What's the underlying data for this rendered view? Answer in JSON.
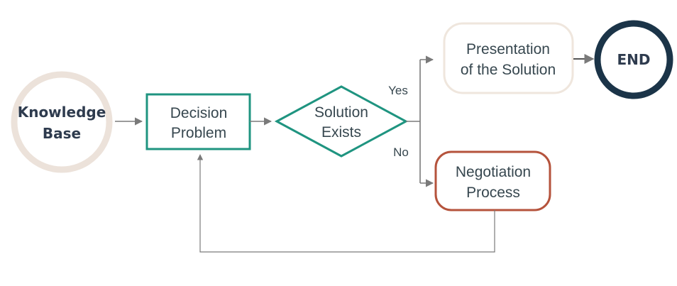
{
  "nodes": {
    "knowledge_base": {
      "line1": "Knowledge",
      "line2": "Base"
    },
    "decision_problem": {
      "line1": "Decision",
      "line2": "Problem"
    },
    "solution_exists": {
      "line1": "Solution",
      "line2": "Exists"
    },
    "presentation": {
      "line1": "Presentation",
      "line2": "of the Solution"
    },
    "end": {
      "label": "END"
    },
    "negotiation": {
      "line1": "Negotiation",
      "line2": "Process"
    }
  },
  "edges": {
    "yes_label": "Yes",
    "no_label": "No"
  },
  "colors": {
    "knowledge_base_stroke": "#ece2da",
    "decision_stroke": "#1f9480",
    "end_stroke": "#1b3448",
    "negotiation_stroke": "#b5533c",
    "presentation_stroke": "#efe6dd",
    "arrow": "#7a7a7a"
  }
}
